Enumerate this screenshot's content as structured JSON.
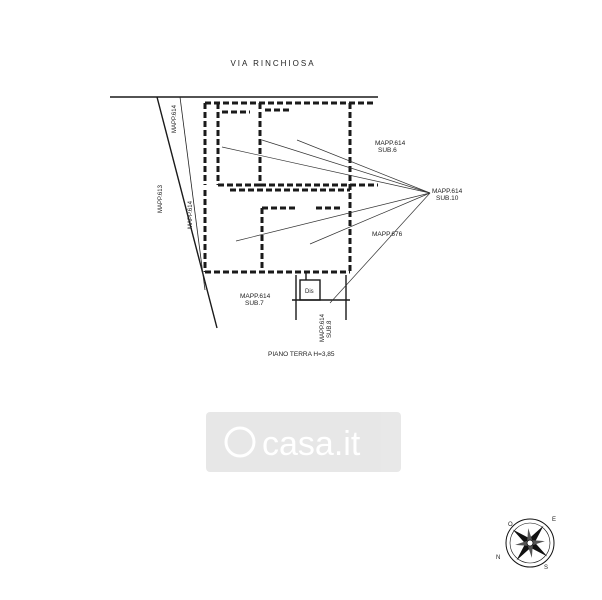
{
  "plan": {
    "street": "VIA RINCHIOSA",
    "label_sub6": [
      "MAPP.614",
      "SUB.6"
    ],
    "label_sub10": [
      "MAPP.614",
      "SUB.10"
    ],
    "label_676": "MAPP.676",
    "label_sub7": [
      "MAPP.614",
      "SUB.7"
    ],
    "label_sub8": [
      "MAPP.614",
      "SUB.8"
    ],
    "label_left1": "MAPP.614",
    "label_left2": "MAPP.613",
    "label_left3": "MAPP.614",
    "dis": "Dis",
    "floor": "PIANO TERRA H=3,85"
  },
  "watermark": "casa.it",
  "compass": {
    "n": "N",
    "s": "S",
    "e": "E",
    "o": "O"
  }
}
